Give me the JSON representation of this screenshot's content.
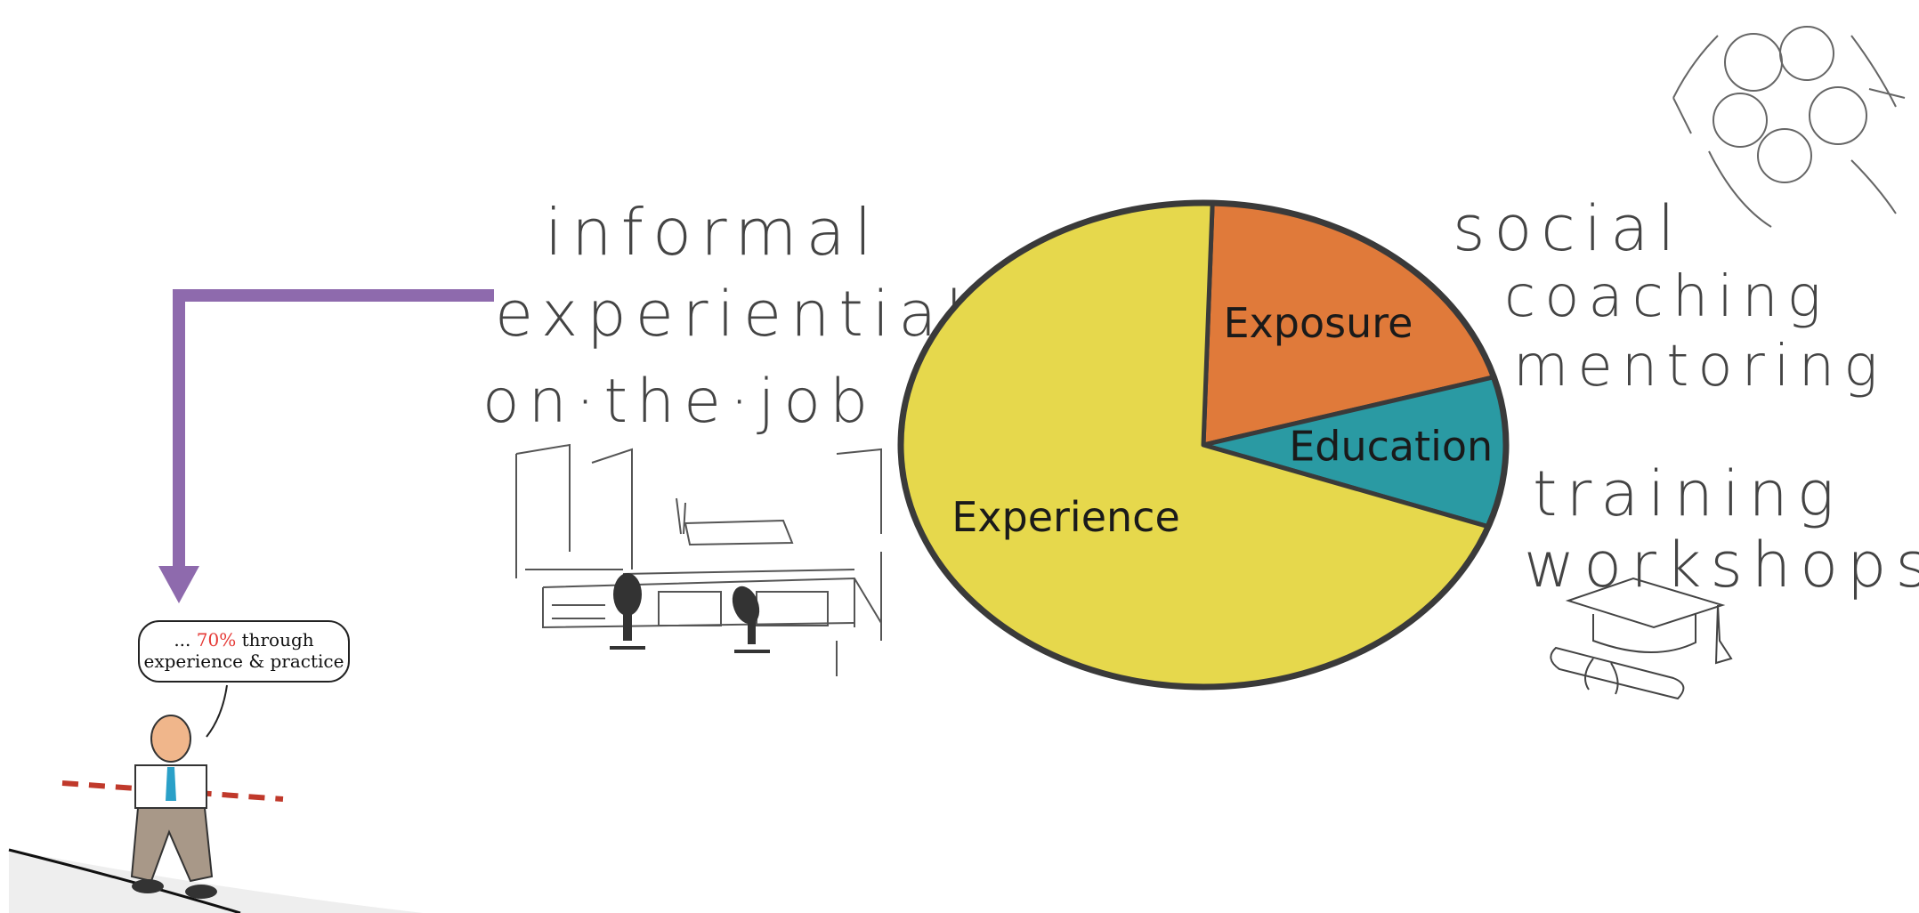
{
  "chart_data": {
    "type": "pie",
    "slices": [
      {
        "label": "Experience",
        "value": 70,
        "color": "#e6d84c"
      },
      {
        "label": "Exposure",
        "value": 20,
        "color": "#e07a3a"
      },
      {
        "label": "Education",
        "value": 10,
        "color": "#2a9aa3"
      }
    ]
  },
  "annotations": {
    "left": [
      "informal",
      "experiential",
      "on·the·job"
    ],
    "right_top": [
      "social",
      "coaching",
      "mentoring"
    ],
    "right_bottom": [
      "training",
      "workshops"
    ]
  },
  "callout": {
    "prefix": "... ",
    "highlight": "70%",
    "line1_rest": " through",
    "line2": "experience & practice",
    "highlight_color": "#e53935"
  },
  "arrow": {
    "color": "#8e6aad"
  }
}
